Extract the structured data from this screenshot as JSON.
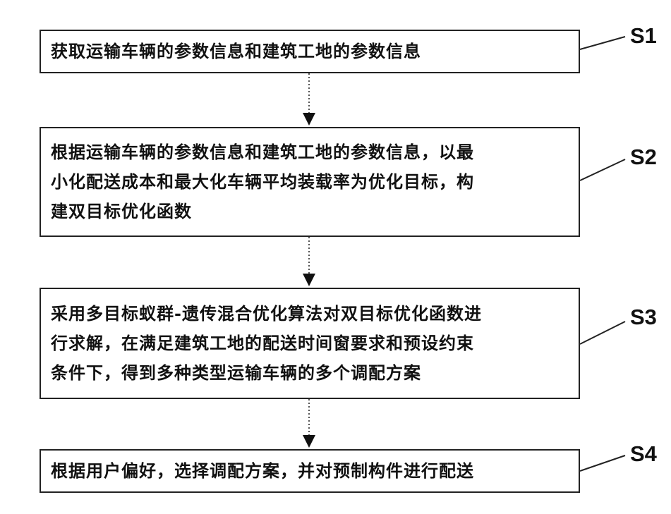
{
  "steps": [
    {
      "label": "S1",
      "text": "获取运输车辆的参数信息和建筑工地的参数信息"
    },
    {
      "label": "S2",
      "text": "根据运输车辆的参数信息和建筑工地的参数信息，以最\n小化配送成本和最大化车辆平均装载率为优化目标，构\n建双目标优化函数"
    },
    {
      "label": "S3",
      "text": "采用多目标蚁群-遗传混合优化算法对双目标优化函数进\n行求解，在满足建筑工地的配送时间窗要求和预设约束\n条件下，得到多种类型运输车辆的多个调配方案"
    },
    {
      "label": "S4",
      "text": "根据用户偏好，选择调配方案，并对预制构件进行配送"
    }
  ]
}
